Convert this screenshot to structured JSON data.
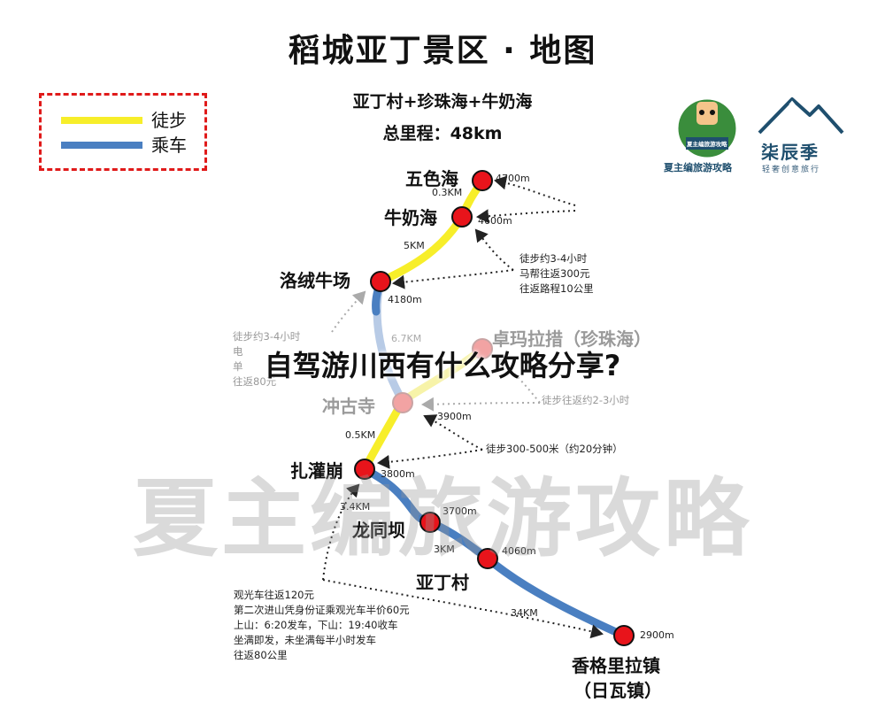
{
  "map": {
    "title": "稻城亚丁景区 · 地图",
    "route_summary": "亚丁村+珍珠海+牛奶海",
    "total_distance": "总里程：48km",
    "legend": {
      "walk": {
        "label": "徒步",
        "color": "#f7ee2a"
      },
      "ride": {
        "label": "乘车",
        "color": "#4a7fc1"
      }
    },
    "brands": {
      "left_logo_text": "夏主编旅游攻略",
      "left_badge_text": "夏主编旅游攻略",
      "right_name": "柒辰季",
      "right_slogan": "轻奢创意旅行"
    },
    "places": [
      {
        "name": "五色海",
        "elevation": "4700m",
        "faded": false
      },
      {
        "name": "牛奶海",
        "elevation": "4600m",
        "faded": false
      },
      {
        "name": "洛绒牛场",
        "elevation": "4180m",
        "faded": false
      },
      {
        "name": "卓玛拉措（珍珠海）",
        "elevation": "",
        "faded": true
      },
      {
        "name": "冲古寺",
        "elevation": "3900m",
        "faded": true
      },
      {
        "name": "扎灌崩",
        "elevation": "3800m",
        "faded": false
      },
      {
        "name": "龙同坝",
        "elevation": "3700m",
        "faded": false
      },
      {
        "name": "亚丁村",
        "elevation": "4060m",
        "faded": false
      },
      {
        "name": "香格里拉镇",
        "sub": "（日瓦镇）",
        "elevation": "2900m",
        "faded": false
      }
    ],
    "segments": [
      {
        "label": "0.3KM",
        "faded": false
      },
      {
        "label": "5KM",
        "faded": false
      },
      {
        "label": "6.7KM",
        "faded": true
      },
      {
        "label": "0.5KM",
        "faded": false
      },
      {
        "label": "3.4KM",
        "faded": false
      },
      {
        "label": "3KM",
        "faded": false
      },
      {
        "label": "34KM",
        "faded": false
      }
    ],
    "notes": {
      "milk_lake": [
        "徒步约3-4小时",
        "马帮往返300元",
        "往返路程10公里"
      ],
      "luorong": [
        "徒步约3-4小时",
        "电",
        "单",
        "往返80元"
      ],
      "pearl_lake": [
        "徒步往返约2-3小时"
      ],
      "zhaguanbeng": [
        "徒步300-500米（约20分钟）"
      ],
      "shuttle": [
        "观光车往返120元",
        "第二次进山凭身份证乘观光车半价60元",
        "上山：6:20发车，下山：19:40收车",
        "坐满即发，未坐满每半小时发车",
        "往返80公里"
      ]
    }
  },
  "overlay_text": "自驾游川西有什么攻略分享?",
  "watermark_text": "夏主编旅游攻略"
}
